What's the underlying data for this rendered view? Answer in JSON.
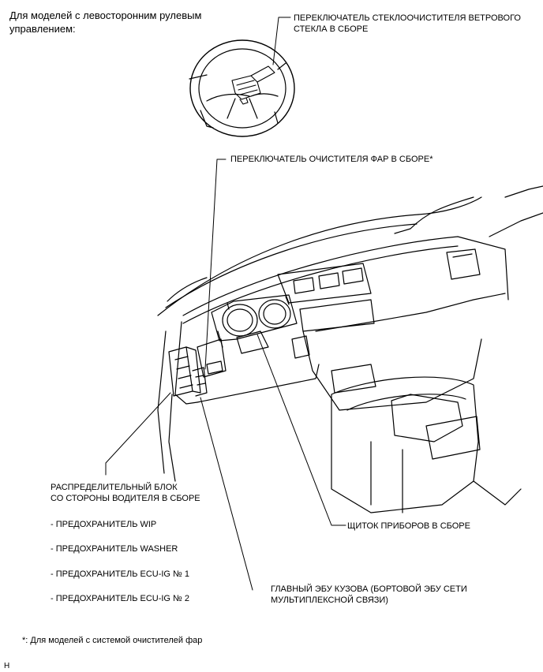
{
  "header": {
    "model_note": "Для моделей с левосторонним рулевым\nуправлением:"
  },
  "callouts": {
    "windshield_wiper_switch": "ПЕРЕКЛЮЧАТЕЛЬ СТЕКЛООЧИСТИТЕЛЯ ВЕТРОВОГО\nСТЕКЛА В СБОРЕ",
    "headlamp_cleaner_switch": "ПЕРЕКЛЮЧАТЕЛЬ ОЧИСТИТЕЛЯ ФАР В СБОРЕ*",
    "junction_block": "РАСПРЕДЕЛИТЕЛЬНЫЙ БЛОК\nСО СТОРОНЫ ВОДИТЕЛЯ В СБОРЕ",
    "combination_meter": "ЩИТОК ПРИБОРОВ В СБОРЕ",
    "main_body_ecu": "ГЛАВНЫЙ ЭБУ КУЗОВА (БОРТОВОЙ ЭБУ СЕТИ\nМУЛЬТИПЛЕКСНОЙ СВЯЗИ)"
  },
  "fuses": [
    "- ПРЕДОХРАНИТЕЛЬ WIP",
    "- ПРЕДОХРАНИТЕЛЬ WASHER",
    "- ПРЕДОХРАНИТЕЛЬ ECU-IG № 1",
    "- ПРЕДОХРАНИТЕЛЬ ECU-IG № 2"
  ],
  "footnote": "*: Для моделей с системой очистителей фар",
  "figure_code": "H"
}
